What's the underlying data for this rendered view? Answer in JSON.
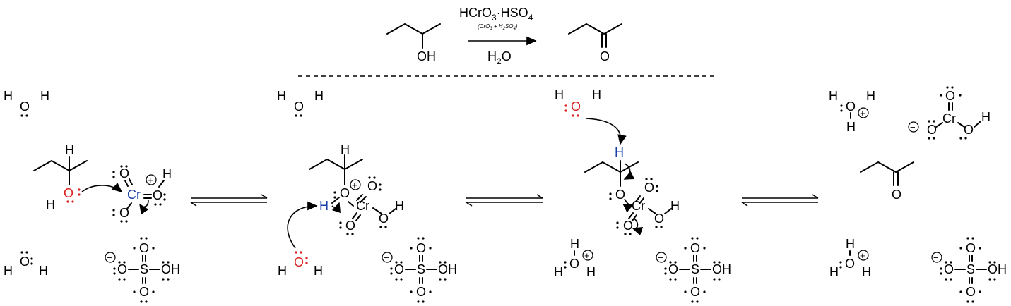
{
  "reaction_header": {
    "reagent_main": "HCrO",
    "reagent_main_sub": "3",
    "reagent_main_rest": "·HSO",
    "reagent_main_sub2": "4",
    "reagent_note": "(CrO",
    "reagent_note_sub": "3",
    "reagent_note_rest": " + H",
    "reagent_note_sub2": "2",
    "reagent_note_rest2": "SO",
    "reagent_note_sub3": "4",
    "reagent_note_close": ")",
    "solvent_H": "H",
    "solvent_sub": "2",
    "solvent_O": "O",
    "reactant_label": "OH",
    "product_label": "O"
  },
  "atoms": {
    "H": "H",
    "O": "O",
    "Cr": "Cr",
    "S": "S",
    "OH": "OH",
    "plus": "+",
    "minus": "−"
  },
  "colors": {
    "oxygen_highlight": "#d9201f",
    "hydrogen_highlight": "#1a3ea8",
    "chromium": "#1a3ea8"
  }
}
